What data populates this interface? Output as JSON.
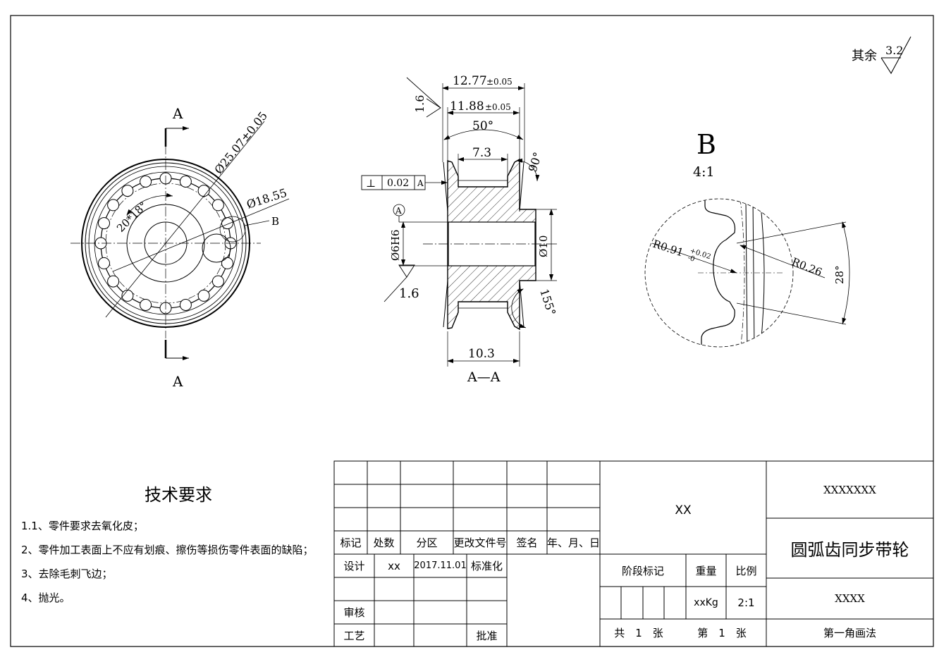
{
  "drawing": {
    "roughness_other_label": "其余",
    "roughness_other_value": "3.2",
    "view_front": {
      "section_mark_top": "A",
      "section_mark_bottom": "A",
      "dim_outer": "Ø25.07±0.05",
      "dim_inner": "Ø18.55",
      "dim_teeth": "20*18°",
      "detail_ref": "B"
    },
    "view_section": {
      "caption": "A—A",
      "dim_width_top": "12.77",
      "dim_width_top_tol": "±0.05",
      "dim_width_mid": "11.88",
      "dim_width_mid_tol": "±0.05",
      "dim_angle_top": "50°",
      "dim_groove": "7.3",
      "dim_angle_90": "90°",
      "dim_angle_155": "155°",
      "dim_width_bottom": "10.3",
      "dim_bore": "Ø6H6",
      "dim_hub": "Ø10",
      "roughness_top": "1.6",
      "roughness_bore": "1.6",
      "datum_label": "A",
      "gtol_symbol": "⊥",
      "gtol_value": "0.02",
      "gtol_datum": "A"
    },
    "view_detail": {
      "label": "B",
      "scale": "4:1",
      "dim_r1": "R0.91",
      "dim_r1_upper": "+0.02",
      "dim_r1_lower": "-0",
      "dim_r2": "R0.26",
      "dim_angle": "28°"
    }
  },
  "tech_requirements": {
    "title": "技术要求",
    "items": [
      "1.1、零件要求去氧化皮；",
      "2、零件加工表面上不应有划痕、擦伤等损伤零件表面的缺陷；",
      "3、去除毛刺飞边；",
      "4、抛光。"
    ]
  },
  "title_block": {
    "headers": [
      "标记",
      "处数",
      "分区",
      "更改文件号",
      "签名",
      "年、月、日"
    ],
    "design_label": "设计",
    "designer": "xx",
    "design_date": "2017.11.01",
    "standardization_label": "标准化",
    "review_label": "审核",
    "process_label": "工艺",
    "approve_label": "批准",
    "material": "XX",
    "stage_label": "阶段标记",
    "weight_label": "重量",
    "scale_label": "比例",
    "weight_value": "xxKg",
    "scale_value": "2:1",
    "sheets_total": "共　1　张",
    "sheet_no": "第　1　张",
    "company": "XXXXXXX",
    "part_name": "圆弧齿同步带轮",
    "drawing_no": "XXXX",
    "projection": "第一角画法"
  }
}
